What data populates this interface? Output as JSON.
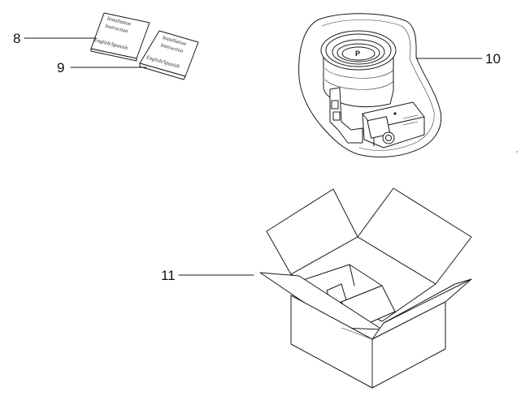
{
  "callouts": [
    {
      "id": "8",
      "label": "8"
    },
    {
      "id": "9",
      "label": "9"
    },
    {
      "id": "10",
      "label": "10"
    },
    {
      "id": "11",
      "label": "11"
    }
  ],
  "booklets": {
    "booklet_8": {
      "line1": "Installation",
      "line2": "Instruction",
      "line3": "English/Spanish"
    },
    "booklet_9": {
      "line1": "Installation",
      "line2": "Instruction",
      "line3": "English/Spanish"
    }
  },
  "colors": {
    "ink": "#1a1a1a",
    "background": "#ffffff"
  }
}
